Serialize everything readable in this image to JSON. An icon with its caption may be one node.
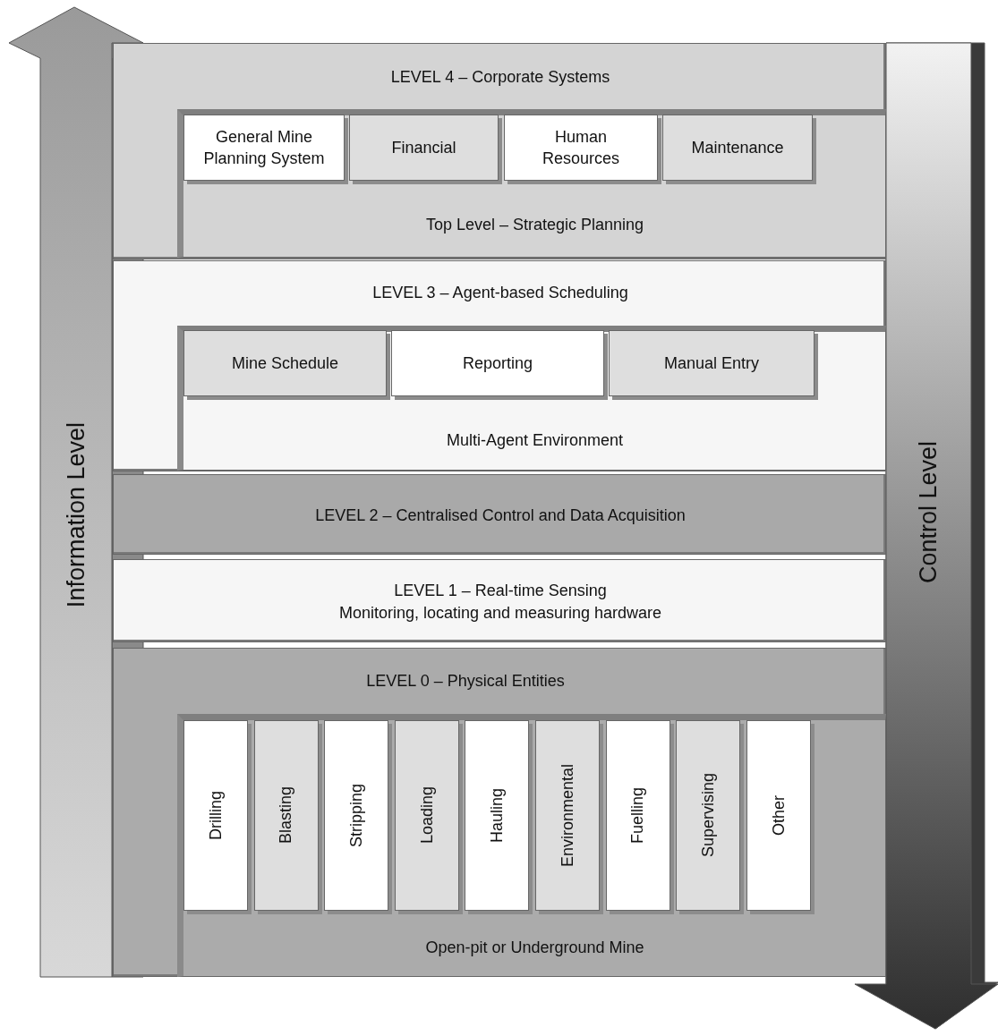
{
  "diagram": {
    "nodes": [
      {
        "text": [
          "LEVEL 4 – Corporate Systems"
        ]
      },
      {
        "text": [
          "Top Level – Strategic Planning"
        ],
        "in": 0
      },
      {
        "text": [
          "General Mine Planning System"
        ],
        "in": 1
      },
      {
        "text": [
          "Financial"
        ],
        "in": 1
      },
      {
        "text": [
          "Human Resources"
        ],
        "in": 1
      },
      {
        "text": [
          "Maintenance"
        ],
        "in": 1
      },
      {
        "text": [
          "LEVEL 3 – Agent-based Scheduling"
        ]
      },
      {
        "text": [
          "Multi-Agent Environment"
        ],
        "in": 6
      },
      {
        "text": [
          "Mine Schedule"
        ],
        "in": 7
      },
      {
        "text": [
          "Reporting"
        ],
        "in": 7
      },
      {
        "text": [
          "Manual Entry"
        ],
        "in": 7
      },
      {
        "text": [
          "LEVEL 2 – Centralised Control and Data Acquisition"
        ]
      },
      {
        "text": [
          "LEVEL 1 – Real-time Sensing",
          "Monitoring, locating and measuring hardware"
        ]
      },
      {
        "text": [
          "LEVEL 0 – Physical Entities"
        ]
      },
      {
        "text": [
          "Open-pit or Underground Mine"
        ],
        "in": 13
      },
      {
        "text": [
          "Drilling"
        ],
        "in": 14
      },
      {
        "text": [
          "Blasting"
        ],
        "in": 14
      },
      {
        "text": [
          "Stripping"
        ],
        "in": 14
      },
      {
        "text": [
          "Loading"
        ],
        "in": 14
      },
      {
        "text": [
          "Hauling"
        ],
        "in": 14
      },
      {
        "text": [
          "Environmental"
        ],
        "in": 14
      },
      {
        "text": [
          "Fuelling"
        ],
        "in": 14
      },
      {
        "text": [
          "Supervising"
        ],
        "in": 14
      },
      {
        "text": [
          "Other"
        ],
        "in": 14
      },
      {
        "text": [
          "Information Level"
        ]
      },
      {
        "text": [
          "Control Level"
        ]
      }
    ]
  }
}
